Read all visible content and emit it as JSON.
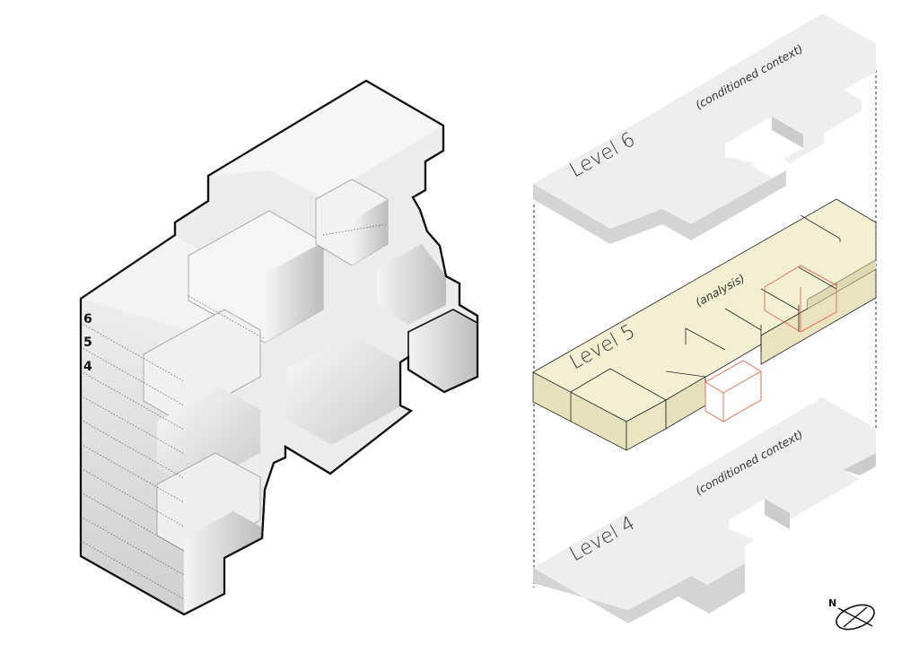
{
  "massing": {
    "floor_labels": [
      "6",
      "5",
      "4"
    ]
  },
  "levels": {
    "upper": {
      "title": "Level 6",
      "note": "(conditioned context)"
    },
    "middle": {
      "title": "Level 5",
      "note": "(analysis)"
    },
    "lower": {
      "title": "Level 4",
      "note": "(conditioned context)"
    }
  },
  "compass": {
    "label": "N"
  },
  "colors": {
    "slab_top": "#efefef",
    "slab_side": "#d7d7d7",
    "analysis_fill": "#f3efd2",
    "analysis_side": "#e3ddb7",
    "highlight_line": "#e0735a",
    "outline": "#111111"
  }
}
